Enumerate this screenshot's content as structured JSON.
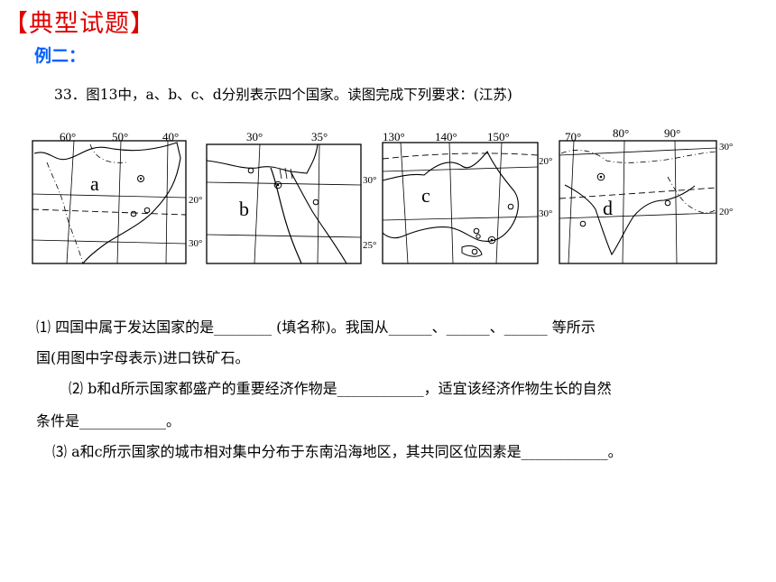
{
  "header": {
    "title": "【典型试题】",
    "example_label": "例二："
  },
  "question": {
    "stem": "33．图13中，a、b、c、d分别表示四个国家。读图完成下列要求：(江苏)"
  },
  "maps": [
    {
      "letter": "a",
      "top_labels": [
        "60°",
        "50°",
        "40°"
      ],
      "side_labels": [
        "20°",
        "30°"
      ]
    },
    {
      "letter": "b",
      "top_labels": [
        "30°",
        "35°"
      ],
      "side_labels": [
        "30°",
        "25°"
      ]
    },
    {
      "letter": "c",
      "top_labels": [
        "130°",
        "140°",
        "150°"
      ],
      "side_labels": [
        "20°",
        "30°"
      ]
    },
    {
      "letter": "d",
      "top_labels": [
        "70°",
        "80°",
        "90°"
      ],
      "side_labels": [
        "30°",
        "20°"
      ]
    }
  ],
  "sub_questions": {
    "q1_line1": "⑴ 四国中属于发达国家的是________ (填名称)。我国从______、______、______ 等所示",
    "q1_line2": "国(用图中字母表示)进口铁矿石。",
    "q2_line1": "⑵ b和d所示国家都盛产的重要经济作物是____________，适宜该经济作物生长的自然",
    "q2_line2": "条件是____________。",
    "q3_line1": "⑶ a和c所示国家的城市相对集中分布于东南沿海地区，其共同区位因素是____________。"
  }
}
